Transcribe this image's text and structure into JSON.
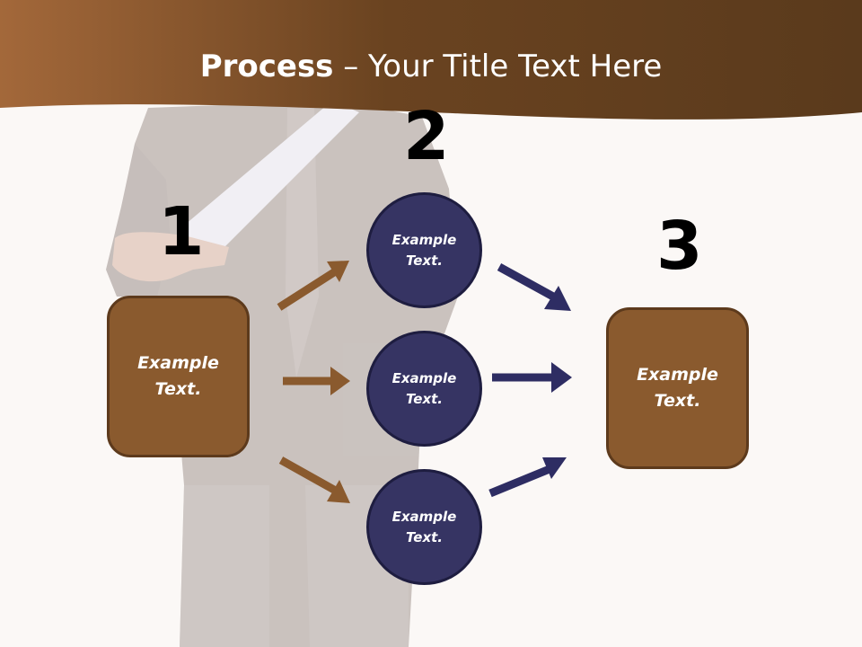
{
  "slide": {
    "title_bold": "Process",
    "title_rest": " – Your Title Text Here",
    "steps": {
      "one": {
        "number": "1",
        "text": "Example\nText."
      },
      "two": {
        "number": "2",
        "items": [
          {
            "text": "Example\nText."
          },
          {
            "text": "Example\nText."
          },
          {
            "text": "Example\nText."
          }
        ]
      },
      "three": {
        "number": "3",
        "text": "Example\nText."
      }
    }
  },
  "colors": {
    "header_brown": "#7a4d24",
    "box_brown": "#8a5a2e",
    "circle_navy": "#363463",
    "arrow_brown": "#8a5a2e",
    "arrow_navy": "#2e2d63"
  }
}
